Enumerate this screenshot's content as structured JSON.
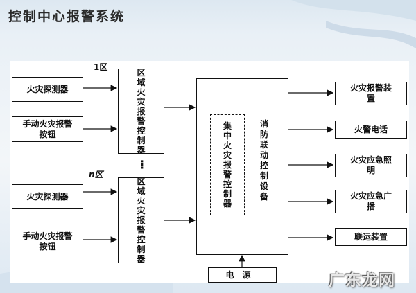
{
  "title": "控制中心报警系统",
  "zone_labels": {
    "zone1": "1区",
    "zonen": "n区"
  },
  "left_boxes": {
    "det1": "火灾探测器",
    "btn1": "手动火灾报警按钮",
    "det2": "火灾探测器",
    "btn2": "手动火灾报警按钮"
  },
  "area_controllers": {
    "a1": "区域火灾报警控制器",
    "a2": "区域火灾报警控制器"
  },
  "ellipsis": "⋮",
  "central_controller": "集中火灾报警控制器",
  "linkage_device": "消防联动控制设备",
  "power": "电源",
  "outputs": [
    "火灾报警装置",
    "火警电话",
    "火灾应急照明",
    "火灾应急广播",
    "联运装置"
  ],
  "watermark": "广东龙网"
}
